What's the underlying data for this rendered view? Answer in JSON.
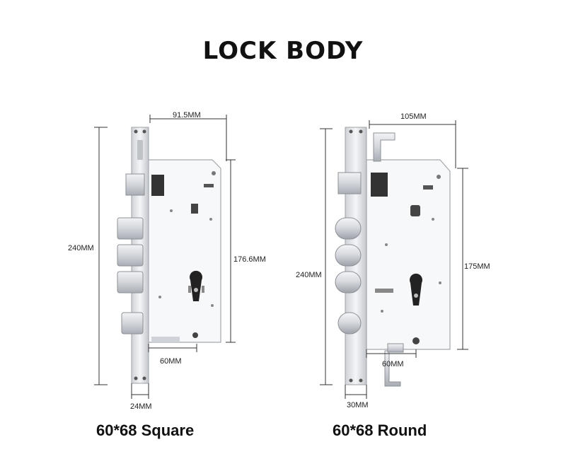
{
  "title": "LOCK BODY",
  "captions": {
    "left": "60*68 Square",
    "right": "60*68 Round"
  },
  "left_lock": {
    "width": "91.5MM",
    "height": "240MM",
    "case_height": "176.6MM",
    "backset": "60MM",
    "faceplate": "24MM"
  },
  "right_lock": {
    "width": "105MM",
    "height": "240MM",
    "case_height": "175MM",
    "backset": "60MM",
    "faceplate": "30MM"
  },
  "colors": {
    "metal": "#e8e9ec",
    "metal_edge": "#b9bcc2",
    "dim_line": "#333333",
    "hole": "#222222"
  }
}
